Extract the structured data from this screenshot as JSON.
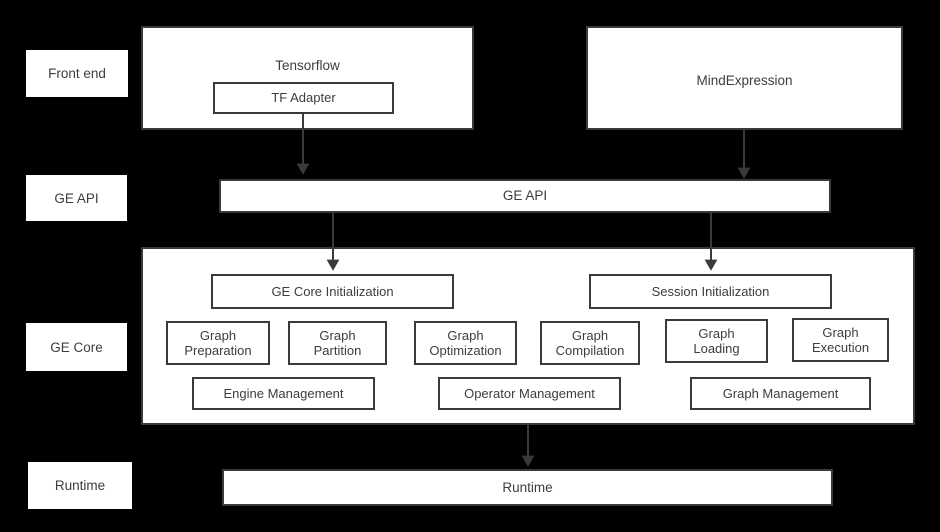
{
  "diagram": {
    "background_color": "#000000",
    "box_fill": "#ffffff",
    "box_border": "#3a3a3a",
    "text_color": "#3d3d3d"
  },
  "stage_labels": [
    {
      "id": "front-end",
      "label": "Front end"
    },
    {
      "id": "ge-api",
      "label": "GE API"
    },
    {
      "id": "ge-core",
      "label": "GE Core"
    },
    {
      "id": "runtime",
      "label": "Runtime"
    }
  ],
  "frontend": {
    "tensorflow": {
      "title": "Tensorflow",
      "adapter": "TF Adapter"
    },
    "mindexpression": {
      "title": "MindExpression"
    }
  },
  "ge_api_bar": {
    "label": "GE API"
  },
  "ge_core": {
    "init_boxes": [
      {
        "id": "ge-core-initialization",
        "label": "GE Core Initialization"
      },
      {
        "id": "session-initialization",
        "label": "Session Initialization"
      }
    ],
    "module_boxes": [
      {
        "id": "graph-preparation",
        "line1": "Graph",
        "line2": "Preparation"
      },
      {
        "id": "graph-partition",
        "line1": "Graph",
        "line2": "Partition"
      },
      {
        "id": "graph-optimization",
        "line1": "Graph",
        "line2": "Optimization"
      },
      {
        "id": "graph-compilation",
        "line1": "Graph",
        "line2": "Compilation"
      },
      {
        "id": "graph-loading",
        "line1": "Graph",
        "line2": "Loading"
      },
      {
        "id": "graph-execution",
        "line1": "Graph",
        "line2": "Execution"
      }
    ],
    "management_boxes": [
      {
        "id": "engine-management",
        "label": "Engine Management"
      },
      {
        "id": "operator-management",
        "label": "Operator Management"
      },
      {
        "id": "graph-management",
        "label": "Graph Management"
      }
    ]
  },
  "runtime_bar": {
    "label": "Runtime"
  },
  "arrows": [
    {
      "id": "tf-adapter-to-ge-api",
      "from": "TF Adapter",
      "to": "GE API"
    },
    {
      "id": "mindexpression-to-ge-api",
      "from": "MindExpression",
      "to": "GE API"
    },
    {
      "id": "ge-api-to-ge-core-initialization",
      "from": "GE API",
      "to": "GE Core Initialization"
    },
    {
      "id": "ge-api-to-session-initialization",
      "from": "GE API",
      "to": "Session Initialization"
    },
    {
      "id": "ge-core-to-runtime",
      "from": "GE Core",
      "to": "Runtime"
    }
  ]
}
